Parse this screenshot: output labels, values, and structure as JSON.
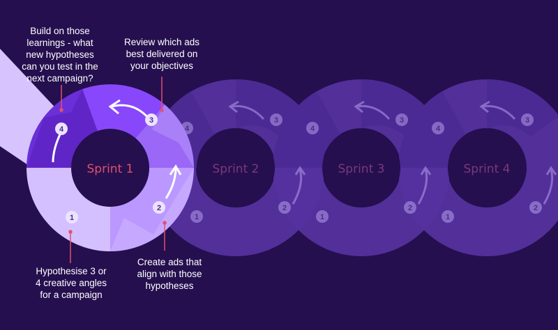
{
  "colors": {
    "background": "#250f4f",
    "ring_light": "#c9a9ff",
    "ring_mid": "#a57cf5",
    "ring_dark": "#6a31db",
    "ring_bright": "#8a47ff",
    "inner": "#250f4f",
    "accent_red": "#e0516c",
    "ghost_ring": "#5a35a8",
    "ghost_ring_dark": "#4c2a96",
    "ghost_text": "#7a3a7a"
  },
  "sprints": [
    {
      "label": "Sprint 1",
      "active": true
    },
    {
      "label": "Sprint 2",
      "active": false
    },
    {
      "label": "Sprint 3",
      "active": false
    },
    {
      "label": "Sprint 4",
      "active": false
    }
  ],
  "steps": [
    "1",
    "2",
    "3",
    "4"
  ],
  "callouts": {
    "step1": [
      "Hypothesise 3 or",
      "4 creative angles",
      "for a campaign"
    ],
    "step2": [
      "Create ads that",
      "align with those",
      "hypotheses"
    ],
    "step3": [
      "Review which ads",
      "best delivered on",
      "your objectives"
    ],
    "step4": [
      "Build on those",
      "learnings - what",
      "new hypotheses",
      "can you test in the",
      "next campaign?"
    ]
  }
}
